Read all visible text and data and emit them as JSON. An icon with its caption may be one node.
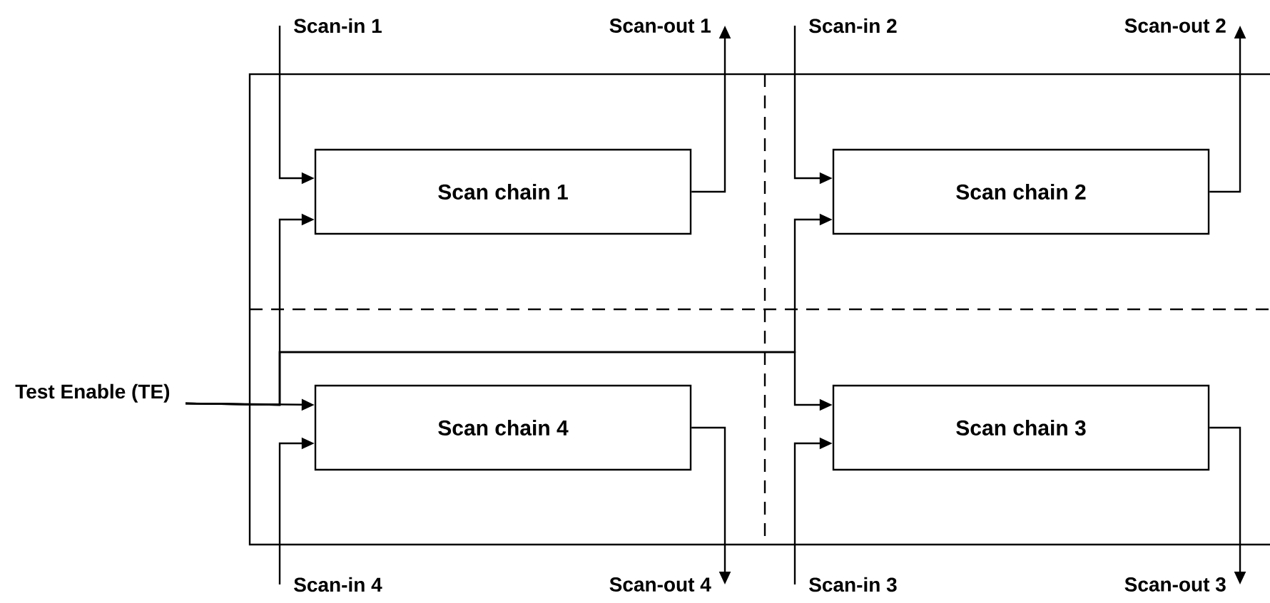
{
  "diagram": {
    "nodes": [
      {
        "text": [
          "Scan-in 1"
        ]
      },
      {
        "text": [
          "Scan-out 1"
        ]
      },
      {
        "text": [
          "Scan-in 2"
        ]
      },
      {
        "text": [
          "Scan-out 2"
        ]
      },
      {
        "text": [
          "Scan chain 1"
        ]
      },
      {
        "text": [
          "Scan chain 2"
        ]
      },
      {
        "text": [
          "Test Enable (TE)"
        ]
      },
      {
        "text": [
          "Scan chain 4"
        ]
      },
      {
        "text": [
          "Scan chain 3"
        ]
      },
      {
        "text": [
          "Scan-in 4"
        ]
      },
      {
        "text": [
          "Scan-out 4"
        ]
      },
      {
        "text": [
          "Scan-in 3"
        ]
      },
      {
        "text": [
          "Scan-out 3"
        ]
      }
    ],
    "edges": [
      {
        "from": 0,
        "to": 4,
        "arrow": "to"
      },
      {
        "from": 4,
        "to": 1,
        "arrow": "to"
      },
      {
        "from": 2,
        "to": 5,
        "arrow": "to"
      },
      {
        "from": 5,
        "to": 3,
        "arrow": "to"
      },
      {
        "from": 6,
        "to": 7,
        "arrow": "to"
      },
      {
        "from": 6,
        "to": 4,
        "arrow": "to"
      },
      {
        "from": 6,
        "to": 5,
        "arrow": "to"
      },
      {
        "from": 6,
        "to": 8,
        "arrow": "to"
      },
      {
        "from": 9,
        "to": 7,
        "arrow": "to"
      },
      {
        "from": 7,
        "to": 10,
        "arrow": "to"
      },
      {
        "from": 11,
        "to": 8,
        "arrow": "to"
      },
      {
        "from": 8,
        "to": 12,
        "arrow": "to"
      }
    ]
  }
}
